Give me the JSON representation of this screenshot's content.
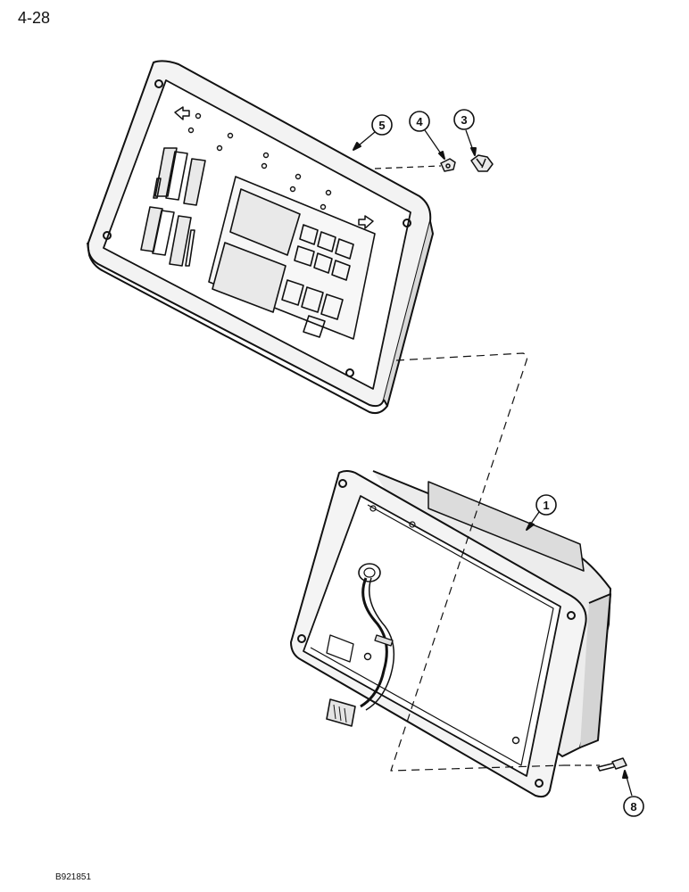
{
  "page": {
    "number": "4-28",
    "figure_code": "B921851"
  },
  "callouts": [
    {
      "id": "callout-1",
      "label": "1"
    },
    {
      "id": "callout-3",
      "label": "3"
    },
    {
      "id": "callout-4",
      "label": "4"
    },
    {
      "id": "callout-5",
      "label": "5"
    },
    {
      "id": "callout-8",
      "label": "8"
    }
  ],
  "colors": {
    "line": "#111111",
    "background": "#ffffff",
    "panel_shade": "#e9e9e9"
  }
}
